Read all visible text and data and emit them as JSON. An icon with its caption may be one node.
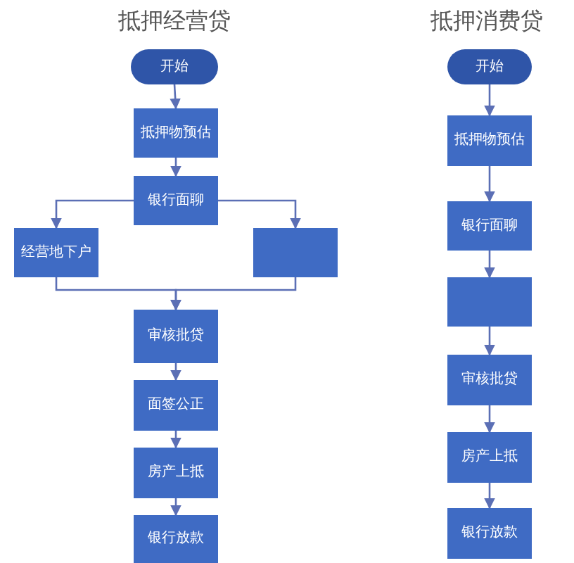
{
  "diagram": {
    "nodes": [
      {
        "text": [
          "开始"
        ]
      },
      {
        "text": [
          "抵押物预估"
        ]
      },
      {
        "text": [
          "银行面聊"
        ]
      },
      {
        "text": [
          "经营地下户"
        ]
      },
      {
        "text": [],
        "shape": "box"
      },
      {
        "text": [
          "审核批贷"
        ]
      },
      {
        "text": [
          "面签公正"
        ]
      },
      {
        "text": [
          "房产上抵"
        ]
      },
      {
        "text": [
          "银行放款"
        ]
      },
      {
        "text": [
          "开始"
        ]
      },
      {
        "text": [
          "抵押物预估"
        ]
      },
      {
        "text": [
          "银行面聊"
        ]
      },
      {
        "text": [],
        "shape": "box"
      },
      {
        "text": [
          "审核批贷"
        ]
      },
      {
        "text": [
          "房产上抵"
        ]
      },
      {
        "text": [
          "银行放款"
        ]
      }
    ],
    "edges": [
      {
        "from": 0,
        "to": 1,
        "arrow": "to"
      },
      {
        "from": 1,
        "to": 2,
        "arrow": "to"
      },
      {
        "from": 2,
        "to": 3,
        "arrow": "to"
      },
      {
        "from": 2,
        "to": 4,
        "arrow": "to"
      },
      {
        "from": 3,
        "to": 5,
        "arrow": "to"
      },
      {
        "from": 4,
        "to": 5,
        "arrow": "to"
      },
      {
        "from": 5,
        "to": 6,
        "arrow": "to"
      },
      {
        "from": 6,
        "to": 7,
        "arrow": "to"
      },
      {
        "from": 7,
        "to": 8,
        "arrow": "to"
      },
      {
        "from": 9,
        "to": 10,
        "arrow": "to"
      },
      {
        "from": 10,
        "to": 11,
        "arrow": "to"
      },
      {
        "from": 11,
        "to": 12,
        "arrow": "to"
      },
      {
        "from": 12,
        "to": 13,
        "arrow": "to"
      },
      {
        "from": 13,
        "to": 14,
        "arrow": "to"
      },
      {
        "from": 14,
        "to": 15,
        "arrow": "to"
      }
    ],
    "labels": [
      "抵押经营贷",
      "抵押消费贷"
    ]
  }
}
